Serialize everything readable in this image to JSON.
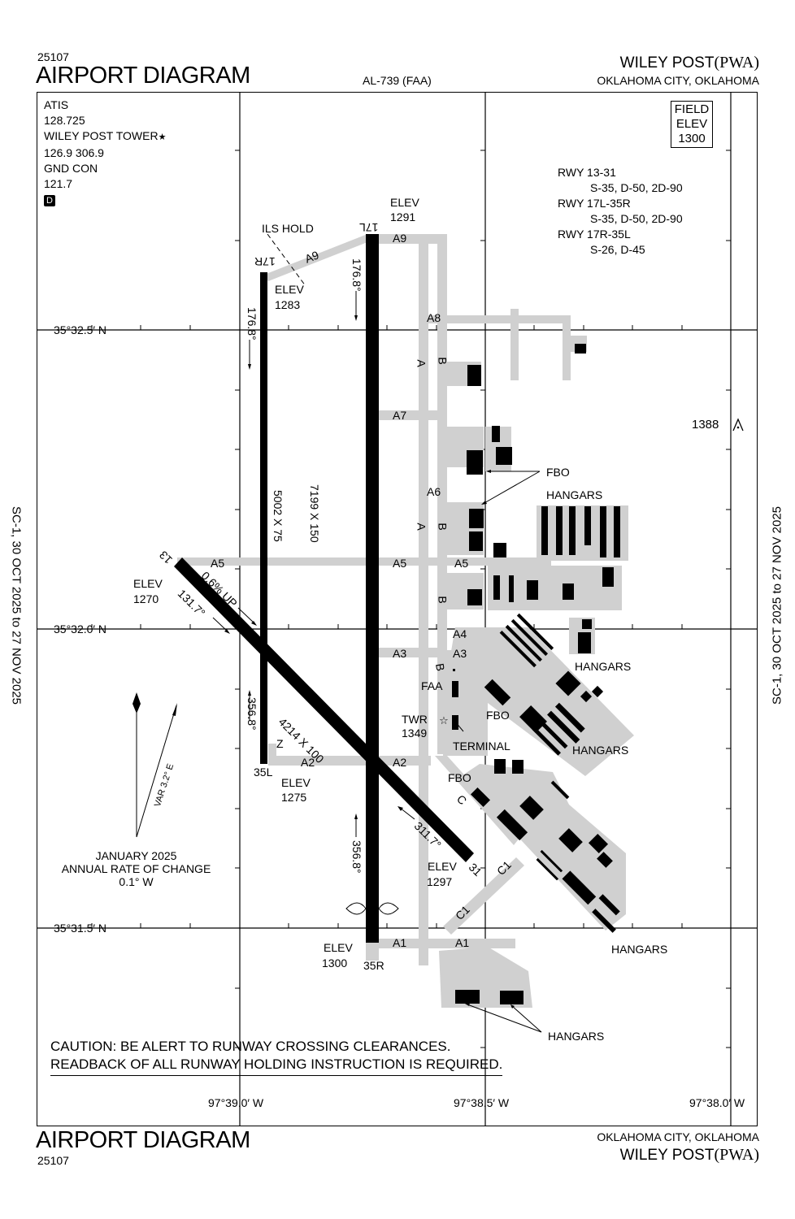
{
  "header": {
    "procedure_code": "25107",
    "title": "AIRPORT DIAGRAM",
    "chart_id": "AL-739 (FAA)",
    "airport_name": "WILEY POST",
    "airport_id": "(PWA)",
    "city_state": "OKLAHOMA CITY, OKLAHOMA"
  },
  "footer": {
    "title": "AIRPORT DIAGRAM",
    "procedure_code": "25107",
    "city_state": "OKLAHOMA CITY, OKLAHOMA",
    "airport_name": "WILEY POST",
    "airport_id": "(PWA)"
  },
  "validity": {
    "left": "SC-1,  30 OCT 2025  to  27 NOV 2025",
    "right": "SC-1,  30 OCT 2025  to  27 NOV 2025"
  },
  "frequencies": {
    "atis_label": "ATIS",
    "atis_freq": "128.725",
    "tower_label": "WILEY POST TOWER",
    "tower_mark": "★",
    "tower_freq": "126.9  306.9",
    "gnd_label": "GND CON",
    "gnd_freq": "121.7",
    "datalink_badge": "D"
  },
  "field_elevation": {
    "line1": "FIELD",
    "line2": "ELEV",
    "value": "1300"
  },
  "runway_strength": [
    {
      "runway": "RWY 13-31",
      "values": "S-35, D-50, 2D-90"
    },
    {
      "runway": "RWY 17L-35R",
      "values": "S-35, D-50, 2D-90"
    },
    {
      "runway": "RWY 17R-35L",
      "values": "S-26, D-45"
    }
  ],
  "caution": {
    "line1": "CAUTION:  BE ALERT TO RUNWAY CROSSING CLEARANCES.",
    "line2": "READBACK OF ALL RUNWAY HOLDING INSTRUCTION IS REQUIRED."
  },
  "coordinates": {
    "lat": [
      "35°32.5′ N",
      "35°32.0′ N",
      "35°31.5′ N"
    ],
    "lon": [
      "97°39.0′ W",
      "97°38.5′ W",
      "97°38.0′ W"
    ]
  },
  "magnetic_variation": {
    "var_label": "VAR 3.2° E",
    "date": "JANUARY 2025",
    "rate_label": "ANNUAL RATE OF CHANGE",
    "rate_value": "0.1° W"
  },
  "obstacle": {
    "elevation": "1388"
  },
  "runways": {
    "r17l": {
      "end_north": "17L",
      "end_south": "35R",
      "dimensions": "7199 X 150",
      "heading_north": "176.8°",
      "heading_south": "356.8°",
      "elev_north_label": "ELEV",
      "elev_north": "1291",
      "elev_south_label": "ELEV",
      "elev_south": "1300"
    },
    "r17r": {
      "end_north": "17R",
      "end_south": "35L",
      "dimensions": "5002 X 75",
      "heading_north": "176.8°",
      "heading_south": "356.8°",
      "elev_north_label": "ELEV",
      "elev_north": "1283",
      "elev_south_label": "ELEV",
      "elev_south": "1275"
    },
    "r13": {
      "end_nw": "13",
      "end_se": "31",
      "dimensions": "4214 X 100",
      "heading_nw": "131.7°",
      "heading_se": "311.7°",
      "slope": "0.6% UP",
      "elev_nw_label": "ELEV",
      "elev_nw": "1270",
      "elev_se_label": "ELEV",
      "elev_se": "1297"
    }
  },
  "labels": {
    "ils_hold": "ILS HOLD",
    "taxiways": {
      "a9_upper": "A9",
      "a9_diag": "A9",
      "a8": "A8",
      "a7": "A7",
      "a6": "A6",
      "a5_left": "A5",
      "a5_mid": "A5",
      "a5_right": "A5",
      "a4": "A4",
      "a3_mid": "A3",
      "a3_right": "A3",
      "a2_left": "A2",
      "a2_right": "A2",
      "a1_left": "A1",
      "a1_right": "A1",
      "z": "Z",
      "a_upper": "A",
      "a_lower": "A",
      "b_upper": "B",
      "b_mid": "B",
      "b_lower": "B",
      "b_faa": "B",
      "c": "C",
      "c1_upper": "C1",
      "c1_lower": "C1"
    },
    "facilities": {
      "fbo_north": "FBO",
      "fbo_mid": "FBO",
      "fbo_south": "FBO",
      "faa": "FAA",
      "twr": "TWR",
      "twr_elev": "1349",
      "terminal": "TERMINAL",
      "hangars_ne": "HANGARS",
      "hangars_e1": "HANGARS",
      "hangars_e2": "HANGARS",
      "hangars_se": "HANGARS",
      "hangars_s": "HANGARS"
    }
  },
  "colors": {
    "runway": "#000000",
    "taxiway": "#d0d0d0",
    "building": "#000000",
    "line": "#000000"
  }
}
